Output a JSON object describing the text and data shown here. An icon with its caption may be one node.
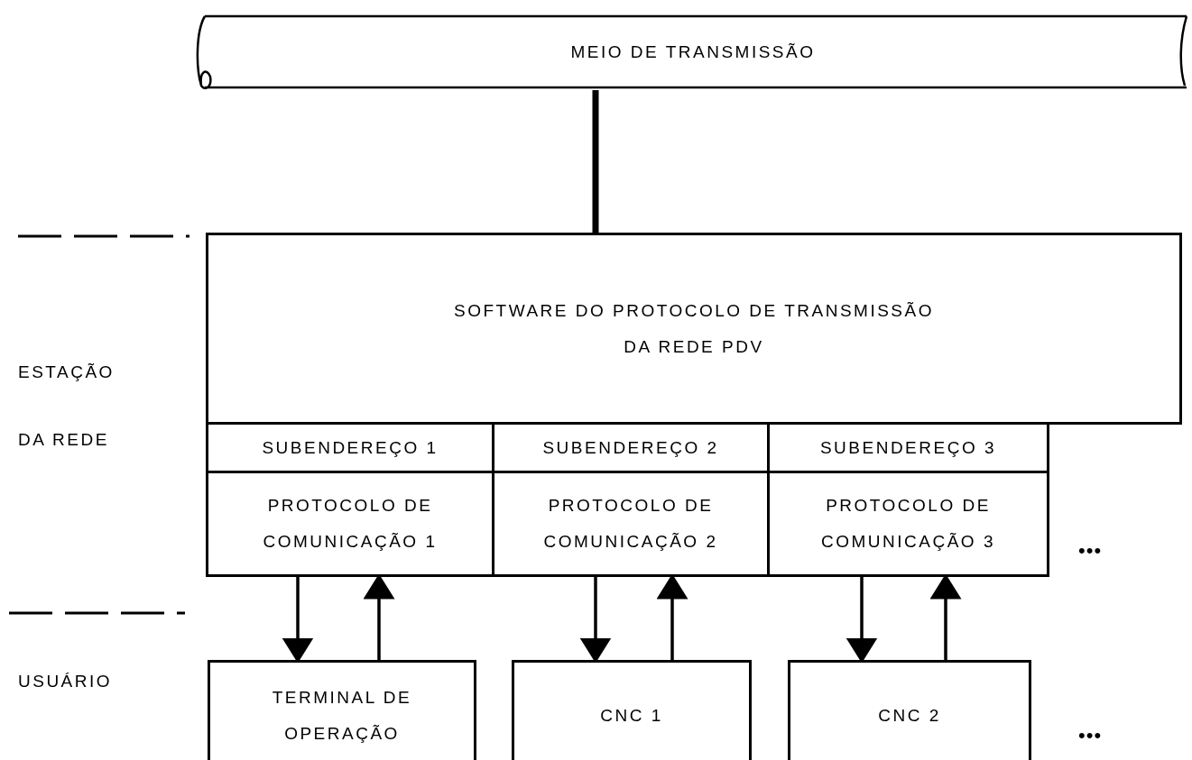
{
  "diagram": {
    "nodes": [
      {
        "text": [
          "MEIO DE TRANSMISSÃO"
        ]
      },
      {
        "text": [
          "SOFTWARE DO PROTOCOLO DE TRANSMISSÃO DA REDE PDV"
        ]
      },
      {
        "text": [
          "SUBENDEREÇO 1"
        ]
      },
      {
        "text": [
          "SUBENDEREÇO 2"
        ]
      },
      {
        "text": [
          "SUBENDEREÇO 3"
        ]
      },
      {
        "text": [
          "PROTOCOLO DE COMUNICAÇÃO 1"
        ]
      },
      {
        "text": [
          "PROTOCOLO DE COMUNICAÇÃO 2"
        ]
      },
      {
        "text": [
          "PROTOCOLO DE COMUNICAÇÃO 3"
        ]
      },
      {
        "text": [
          "TERMINAL DE OPERAÇÃO"
        ]
      },
      {
        "text": [
          "CNC 1"
        ]
      },
      {
        "text": [
          "CNC 2"
        ]
      }
    ],
    "edges": [
      {
        "from": 0,
        "to": 1,
        "arrow": "none",
        "style": "thick"
      },
      {
        "from": 5,
        "to": 8,
        "arrow": "to"
      },
      {
        "from": 8,
        "to": 5,
        "arrow": "to"
      },
      {
        "from": 6,
        "to": 9,
        "arrow": "to"
      },
      {
        "from": 9,
        "to": 6,
        "arrow": "to"
      },
      {
        "from": 7,
        "to": 10,
        "arrow": "to"
      },
      {
        "from": 10,
        "to": 7,
        "arrow": "to"
      }
    ],
    "labels": [
      "ESTAÇÃO DA REDE",
      "•••",
      "USUÁRIO",
      "•••"
    ]
  }
}
